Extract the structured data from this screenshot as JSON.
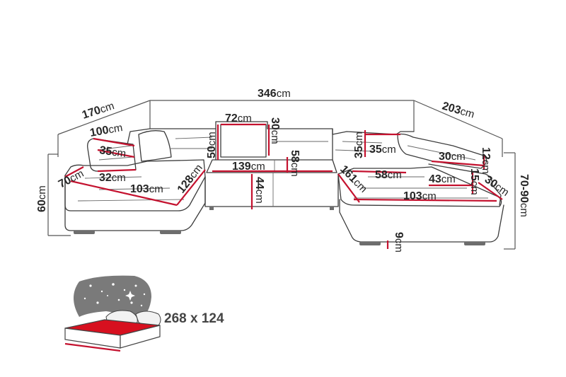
{
  "dimensions": {
    "total_width": "346",
    "left_depth": "170",
    "right_depth": "203",
    "left_arm_depth": "100",
    "left_arm_inner": "35",
    "left_arm_width": "32",
    "left_seat_side": "70",
    "left_height": "60",
    "left_chaise_width": "103",
    "left_chaise_diag": "128",
    "back_cushion_width": "72",
    "back_cushion_height": "30",
    "back_height": "50",
    "middle_seat_width": "139",
    "middle_seat_depth": "58",
    "seat_height": "44",
    "right_diag": "161",
    "right_back_inner": "35",
    "right_back_inner2": "35",
    "right_seat_depth": "58",
    "headrest_width": "30",
    "headrest_thickness": "12",
    "right_arm_width": "43",
    "right_arm_height": "15",
    "right_arm_depth": "30",
    "right_chaise_width": "103",
    "height_range": "70-90",
    "leg_height": "9"
  },
  "unit": "cm",
  "bed": {
    "size_label": "268 x 124"
  },
  "colors": {
    "dimension_red": "#c4122f",
    "outline": "#3c3c3c",
    "bed_surface": "#d7101f",
    "night_sky": "#7a7a7a"
  }
}
